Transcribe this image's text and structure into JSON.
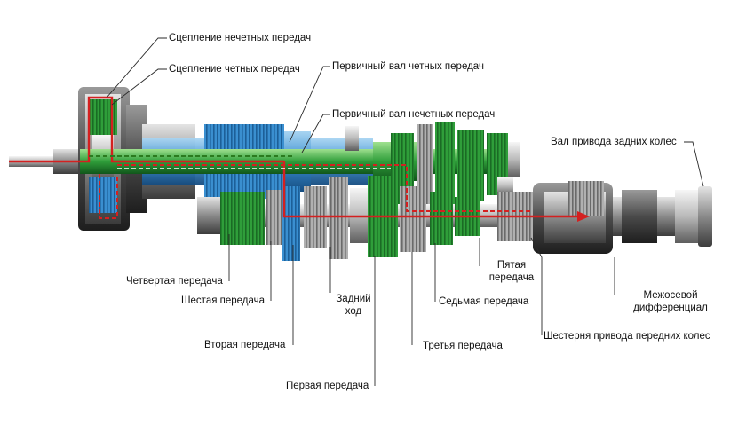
{
  "labels": {
    "odd_clutch": "Сцепление нечетных передач",
    "even_clutch": "Сцепление четных передач",
    "even_input_shaft": "Первичный вал четных передач",
    "odd_input_shaft": "Первичный вал нечетных передач",
    "rear_drive_shaft": "Вал привода задних колес",
    "fourth_gear": "Четвертая передача",
    "sixth_gear": "Шестая передача",
    "reverse_line1": "Задний",
    "reverse_line2": "ход",
    "fifth_line1": "Пятая",
    "fifth_line2": "передача",
    "seventh_gear": "Седьмая передача",
    "center_diff_line1": "Межосевой",
    "center_diff_line2": "дифференциал",
    "second_gear": "Вторая передача",
    "third_gear": "Третья передача",
    "front_drive_gear": "Шестерня привода передних колес",
    "first_gear": "Первая передача"
  },
  "colors": {
    "even_shaft_blue": "#3a8fd0",
    "odd_shaft_green": "#2f9e3a",
    "power_flow_red": "#d42020",
    "housing_grey": "#6e6e6e",
    "leader_line": "#2a2a2a"
  }
}
